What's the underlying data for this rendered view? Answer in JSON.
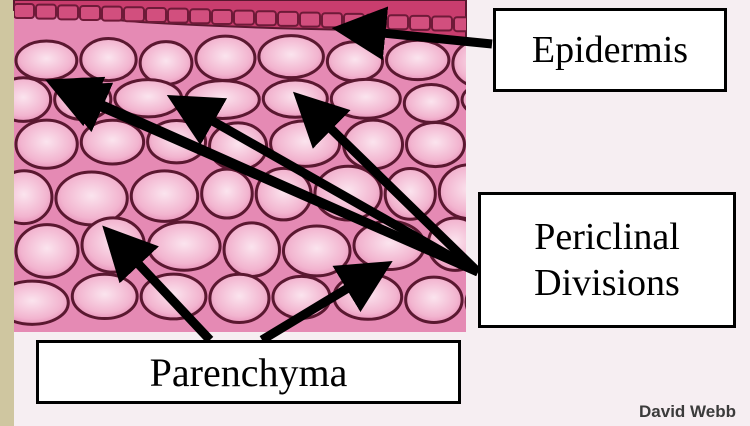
{
  "image": {
    "subject": "plant-tissue-micrograph",
    "colors": {
      "sidebar": "#cfc6a0",
      "panel": "#f6eef2",
      "tissue_base": "#e58ab4",
      "cell_fill": "#f2b4cf",
      "cell_wall": "#5a1830",
      "epidermis": "#c93d6e",
      "arrow": "#000000"
    }
  },
  "labels": {
    "epidermis": "Epidermis",
    "periclinal_line1": "Periclinal",
    "periclinal_line2": "Divisions",
    "parenchyma": "Parenchyma"
  },
  "credit": "David Webb"
}
